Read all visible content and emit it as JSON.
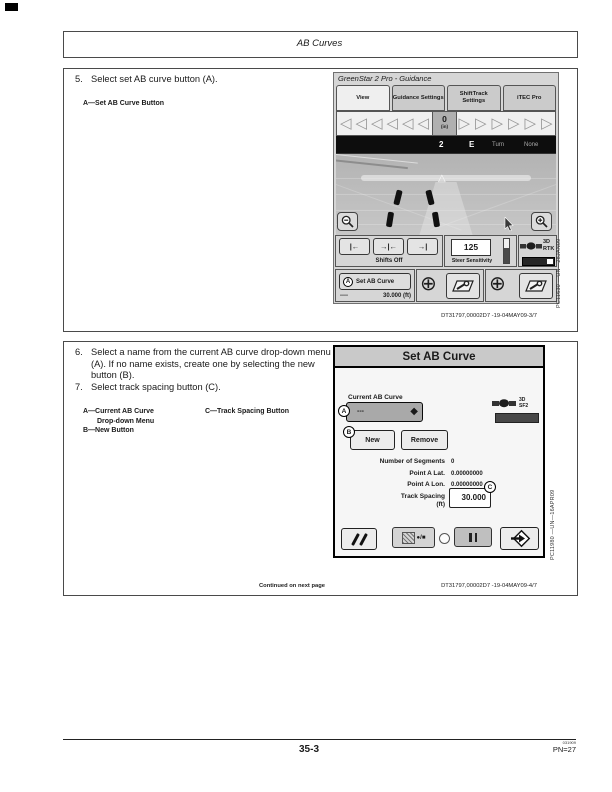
{
  "page": {
    "header_title": "AB Curves",
    "page_number": "35-3",
    "print_code": "031909",
    "pn": "PN=27"
  },
  "icons": {
    "chevron_left": "◁",
    "chevron_right": "▷",
    "crosshair": "⊕",
    "vehicle_triangle": "△",
    "dropdown_spinner": "◆",
    "record": "●/■",
    "shift_left": "|←",
    "shift_center": "→|←",
    "shift_right": "→|"
  },
  "section1": {
    "step_number": "5.",
    "step_text": "Select set AB curve button (A).",
    "legend_a": "A—Set AB Curve Button",
    "figure_id": "PC11630 —UN—28JAN09",
    "caption": "DT31797,00002D7 -19-04MAY09-3/7",
    "screen": {
      "title": "GreenStar 2 Pro - Guidance",
      "tabs": [
        "View",
        "Guidance Settings",
        "ShiftTrack Settings",
        "iTEC Pro"
      ],
      "lightbar": {
        "value": "0",
        "unit": "(in)"
      },
      "status": {
        "track": "2",
        "heading": "E",
        "turn_label": "Turn",
        "turn_value": "None"
      },
      "shifts_label": "Shifts Off",
      "steer_value": "125",
      "steer_label": "Steer Sensitivity",
      "gps_line1": "3D",
      "gps_line2": "RTK",
      "badge_a": "A",
      "set_ab_button": "Set AB Curve",
      "curve_name": "----",
      "track_spacing": "30.000 (ft)"
    }
  },
  "section2": {
    "step6_number": "6.",
    "step6_text": "Select a name from the current AB curve drop-down menu (A). If no name exists, create one by selecting the new button (B).",
    "step7_number": "7.",
    "step7_text": "Select track spacing button (C).",
    "legend_a_line1": "A—Current AB Curve",
    "legend_a_line2": "Drop-down Menu",
    "legend_b": "B—New Button",
    "legend_c": "C—Track Spacing Button",
    "continued": "Continued on next page",
    "figure_id": "PC11980 —UN—16APR09",
    "caption": "DT31797,00002D7 -19-04MAY09-4/7",
    "screen": {
      "title": "Set AB Curve",
      "current_ab_label": "Current AB Curve",
      "dropdown_value": "---",
      "badge_a": "A",
      "badge_b": "B",
      "badge_c": "C",
      "new_button": "New",
      "remove_button": "Remove",
      "gps_line1": "3D",
      "gps_line2": "SF2",
      "seg_label": "Number of Segments",
      "seg_value": "0",
      "lat_label": "Point A Lat.",
      "lat_value": "0.00000000",
      "lon_label": "Point A Lon.",
      "lon_value": "0.00000000",
      "spacing_label_1": "Track Spacing",
      "spacing_label_2": "(ft)",
      "spacing_value": "30.000"
    }
  }
}
